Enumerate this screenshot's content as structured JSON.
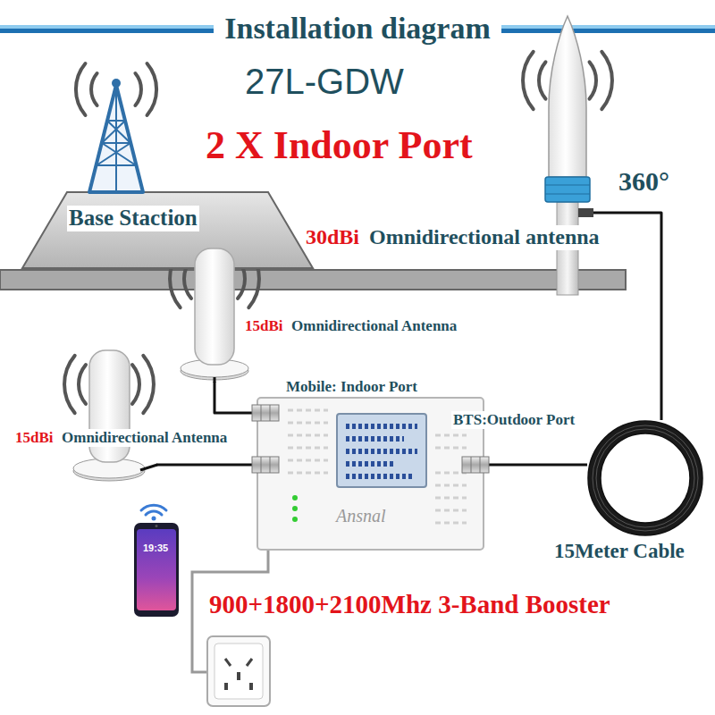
{
  "diagram": {
    "title": "Installation diagram",
    "nodes": [
      {
        "text": [
          "Base Staction"
        ]
      },
      {
        "text": [
          "30dBi",
          "Omnidirectional antenna"
        ]
      },
      {
        "text": [
          "15dBi",
          "Omnidirectional Antenna"
        ]
      },
      {
        "text": [
          "15dBi",
          "Omnidirectional Antenna"
        ]
      },
      {
        "text": [
          "900+1800+2100Mhz 3-Band Booster"
        ]
      },
      {
        "text": [
          "15Meter Cable"
        ]
      }
    ],
    "edges": [
      {
        "from": 2,
        "to": 4,
        "arrow": "none"
      },
      {
        "from": 3,
        "to": 4,
        "arrow": "none"
      },
      {
        "from": 4,
        "to": 5,
        "arrow": "none"
      },
      {
        "from": 5,
        "to": 1,
        "arrow": "none"
      }
    ],
    "labels": [
      "27L-GDW",
      "2 X Indoor Port",
      "360°",
      "Mobile: Indoor Port",
      "BTS:Outdoor Port",
      "19:35",
      "Ansnal"
    ]
  }
}
